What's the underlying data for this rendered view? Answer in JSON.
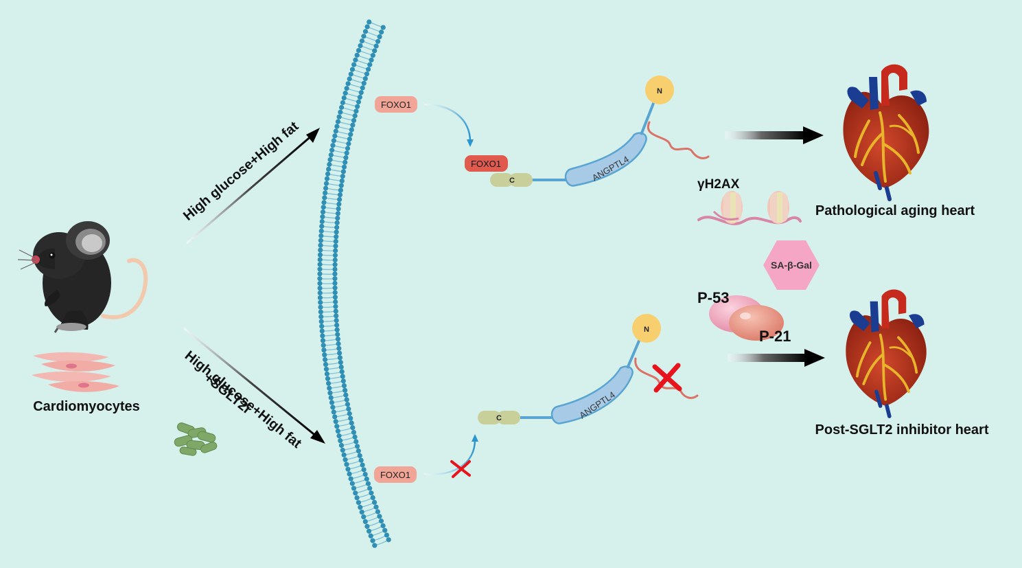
{
  "labels": {
    "cardiomyocytes": "Cardiomyocytes",
    "condition_top": "High glucose+High fat",
    "condition_bottom_line1": "High glucose+High fat",
    "condition_bottom_line2": "+SGLT2i",
    "foxo1": "FOXO1",
    "c_domain": "C",
    "n_domain": "N",
    "angptl4": "ANGPTL4",
    "gamma_h2ax": "γH2AX",
    "sa_beta_gal": "SA-β-Gal",
    "p53": "P-53",
    "p21": "P-21",
    "pathological_heart": "Pathological aging heart",
    "post_sglt2_heart": "Post-SGLT2 inhibitor heart"
  },
  "colors": {
    "background": "#d6f0ec",
    "membrane": "#2f8fb5",
    "foxo1_light": "#f0a596",
    "foxo1_dark": "#e05a4e",
    "domain_c": "#c9cf9a",
    "domain_n": "#f7cf6e",
    "angptl4": "#a7cbe7",
    "inhibit_cross": "#e8141c",
    "heart": "#b83220",
    "sa_beta_gal": "#f4a6c4",
    "p53": "#f0a9bd",
    "p21": "#e99382"
  },
  "icons": [
    "mouse-icon",
    "cardiomyocyte-icon",
    "pill-icon",
    "heart-icon",
    "nucleosome-icon"
  ]
}
